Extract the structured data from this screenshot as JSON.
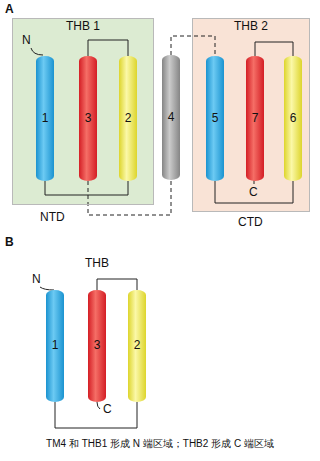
{
  "diagram": {
    "caption": "TM4 和 THB1 形成 N 端区域；THB2 形成 C 端区域",
    "nodes": [
      {
        "text": [
          "THB 1"
        ]
      },
      {
        "text": [
          "1"
        ],
        "in": 0
      },
      {
        "text": [
          "3"
        ],
        "in": 0
      },
      {
        "text": [
          "2"
        ],
        "in": 0
      },
      {
        "text": [
          "4"
        ]
      },
      {
        "text": [
          "THB 2"
        ]
      },
      {
        "text": [
          "5"
        ],
        "in": 5
      },
      {
        "text": [
          "7"
        ],
        "in": 5
      },
      {
        "text": [
          "6"
        ],
        "in": 5
      },
      {
        "text": [
          "1"
        ]
      },
      {
        "text": [
          "3"
        ]
      },
      {
        "text": [
          "2"
        ]
      }
    ],
    "edges": [
      {
        "from": 1,
        "to": 3,
        "arrow": "none"
      },
      {
        "from": 3,
        "to": 2,
        "arrow": "none"
      },
      {
        "from": 2,
        "to": 4,
        "arrow": "none"
      },
      {
        "from": 4,
        "to": 6,
        "arrow": "none"
      },
      {
        "from": 6,
        "to": 8,
        "arrow": "none"
      },
      {
        "from": 8,
        "to": 7,
        "arrow": "none"
      },
      {
        "from": 9,
        "to": 11,
        "arrow": "none"
      },
      {
        "from": 11,
        "to": 10,
        "arrow": "none"
      }
    ],
    "labels": [
      "A",
      "N",
      "C",
      "NTD",
      "CTD",
      "B",
      "THB",
      "N",
      "C"
    ]
  }
}
